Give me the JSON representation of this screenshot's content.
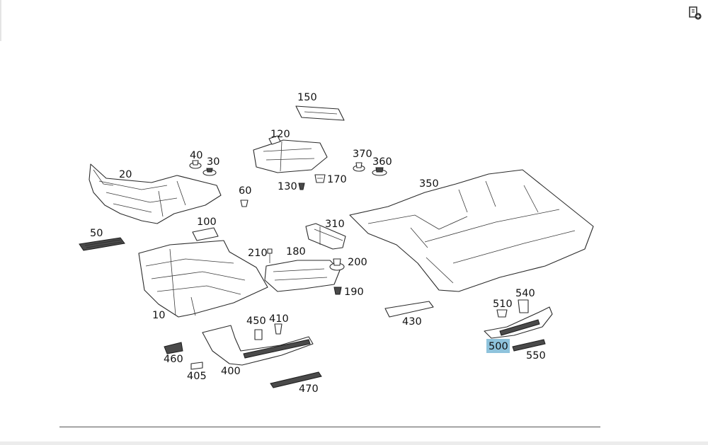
{
  "toolbar": {
    "icon": "document-add-icon"
  },
  "highlight_color": "#8ec3dc",
  "callouts": {
    "c10": "10",
    "c20": "20",
    "c30": "30",
    "c40": "40",
    "c50": "50",
    "c60": "60",
    "c100": "100",
    "c120": "120",
    "c130": "130",
    "c150": "150",
    "c170": "170",
    "c180": "180",
    "c190": "190",
    "c200": "200",
    "c210": "210",
    "c310": "310",
    "c350": "350",
    "c360": "360",
    "c370": "370",
    "c400": "400",
    "c405": "405",
    "c410": "410",
    "c430": "430",
    "c450": "450",
    "c460": "460",
    "c470": "470",
    "c500": "500",
    "c510": "510",
    "c540": "540",
    "c550": "550"
  },
  "selected_callout": "500"
}
